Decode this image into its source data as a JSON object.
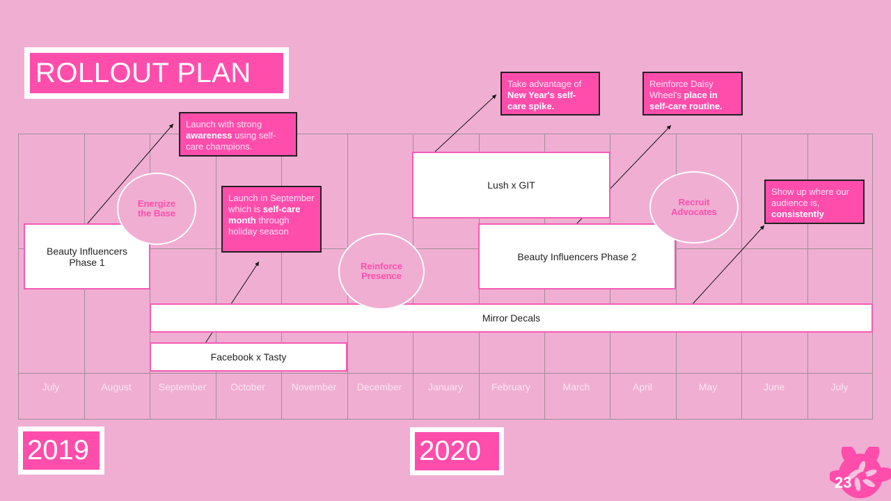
{
  "title": "ROLLOUT PLAN",
  "months": [
    "July",
    "August",
    "September",
    "October",
    "November",
    "December",
    "January",
    "February",
    "March",
    "April",
    "May",
    "June",
    "July"
  ],
  "bars": {
    "beauty1": "Beauty Influencers Phase 1",
    "lush": "Lush x GIT",
    "beauty2": "Beauty Influencers Phase 2",
    "mirror": "Mirror Decals",
    "facebook": "Facebook x Tasty"
  },
  "circles": {
    "energize": "Energize the Base",
    "reinforce": "Reinforce Presence",
    "recruit": "Recruit Advocates"
  },
  "callouts": {
    "awareness": {
      "pre": "Launch with strong ",
      "bold": "awareness",
      "post": " using self-care champions."
    },
    "september": {
      "pre": "Launch in September which is ",
      "bold": "self-care month",
      "post": " through holiday season"
    },
    "newyear": {
      "pre": "Take advantage of ",
      "bold": "New Year's self-care spike.",
      "post": ""
    },
    "daisy": {
      "pre": "Reinforce Daisy Wheel's ",
      "bold": "place in self-care routine.",
      "post": ""
    },
    "showup": {
      "pre": "Show up where our audience is, ",
      "bold": "consistently",
      "post": ""
    }
  },
  "years": {
    "y2019": "2019",
    "y2020": "2020"
  },
  "page_number": "23",
  "colors": {
    "background": "#f0aed3",
    "accent": "#ff4dac",
    "bar_border": "#f55ab4"
  }
}
